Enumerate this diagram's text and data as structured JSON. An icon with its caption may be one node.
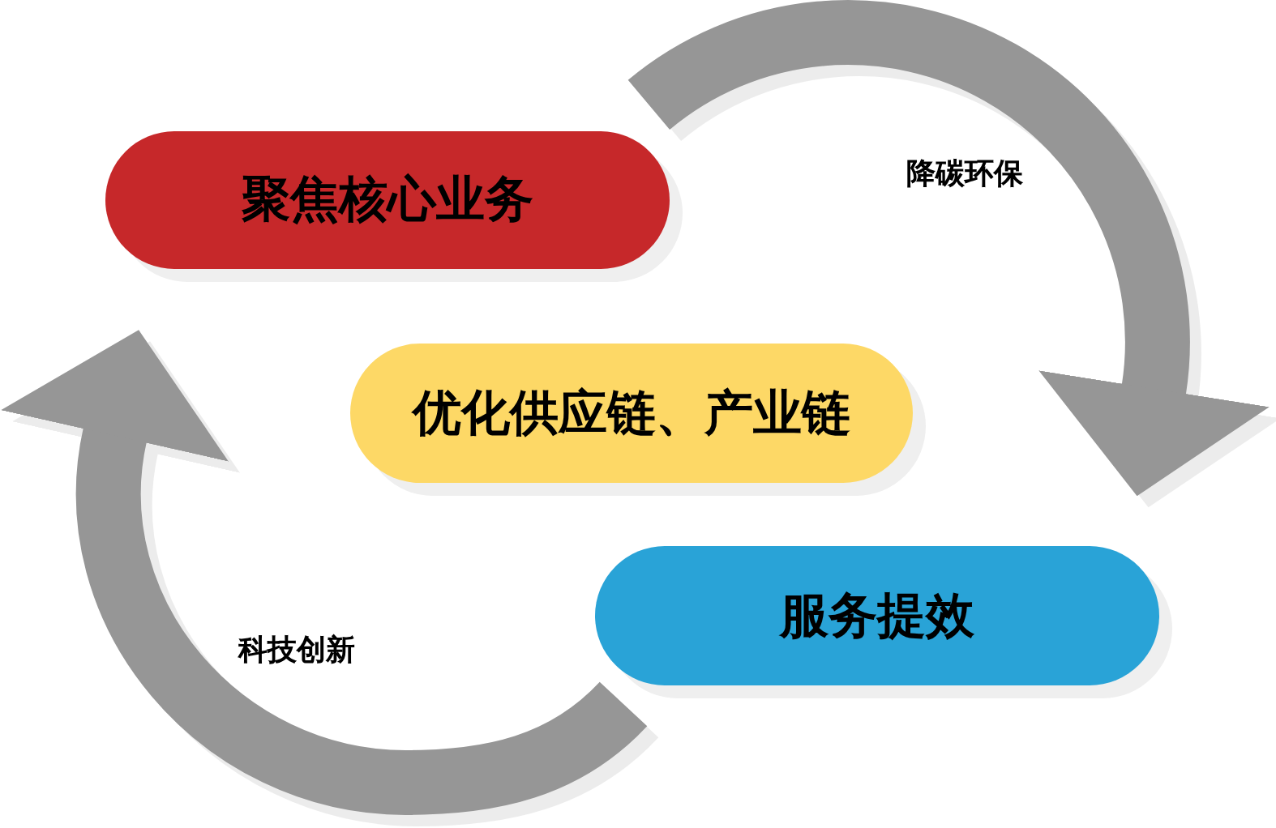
{
  "diagram": {
    "nodes": [
      {
        "text": [
          "聚焦核心业务"
        ]
      },
      {
        "text": [
          "优化供应链、产业链"
        ]
      },
      {
        "text": [
          "服务提效"
        ]
      }
    ],
    "edges": [
      {
        "from": 0,
        "to": 2,
        "arrow": "to",
        "label": "降碳环保"
      },
      {
        "from": 2,
        "to": 0,
        "arrow": "to",
        "label": "科技创新"
      }
    ]
  }
}
